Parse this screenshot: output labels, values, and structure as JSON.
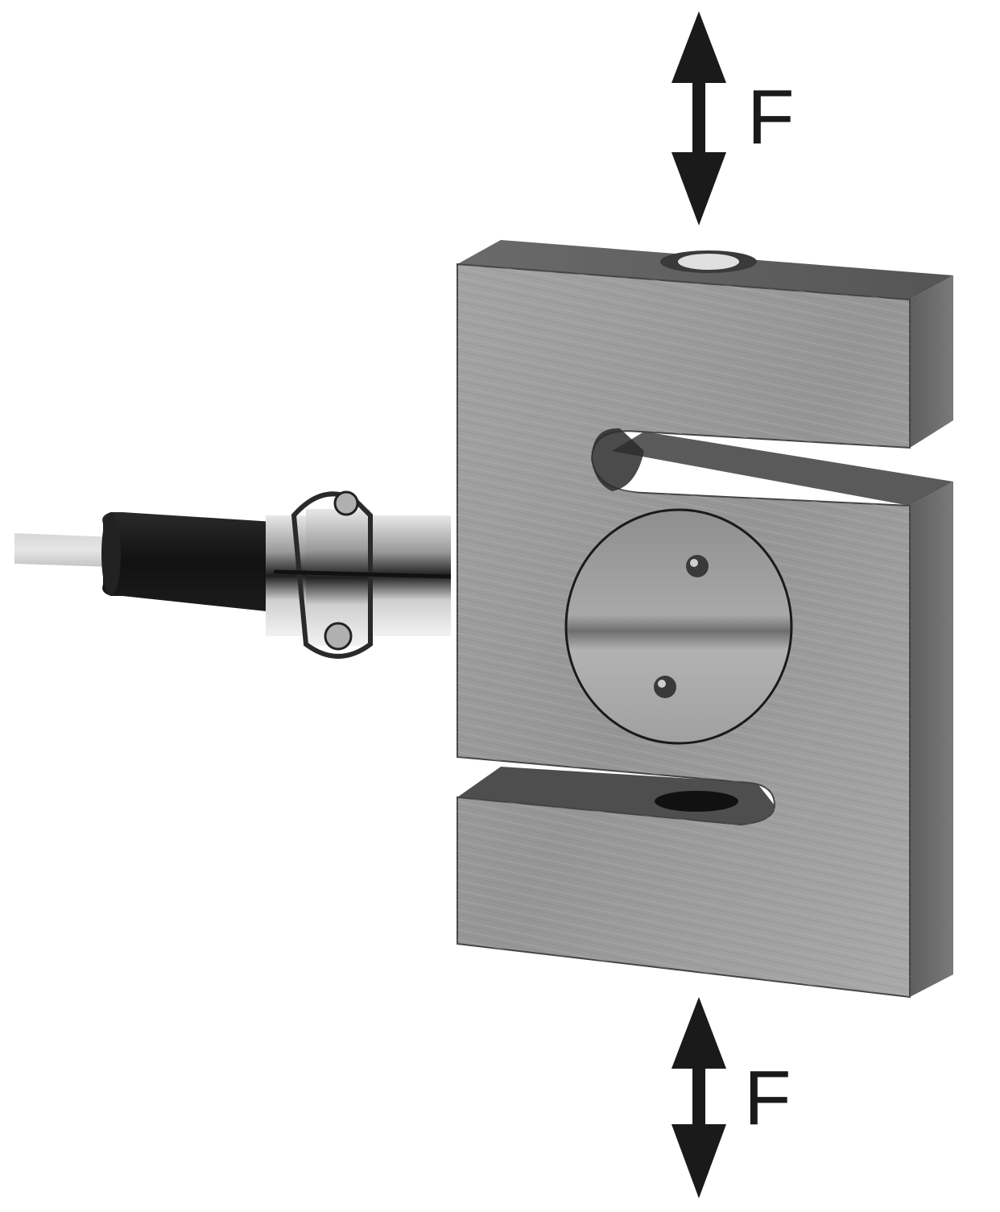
{
  "figure": {
    "subject": "S-type load cell with cable connector",
    "background_color": "#ffffff",
    "metal_color": "#9a9a9a",
    "arrow_color": "#1a1a1a"
  },
  "labels": {
    "force_top": "F",
    "force_bottom": "F"
  },
  "parts": {
    "top_arrow": "double-headed-vertical-arrow",
    "bottom_arrow": "double-headed-vertical-arrow",
    "body": "s-shaped-metal-block",
    "top_mount_hole": "threaded-hole",
    "bottom_mount_hole": "threaded-hole",
    "center_cover": "circular-cover-plate",
    "cover_screws": 2,
    "connector": "metal-connector-with-clamp",
    "strain_relief": "black-rubber-boot",
    "cable": "grey-cable"
  }
}
